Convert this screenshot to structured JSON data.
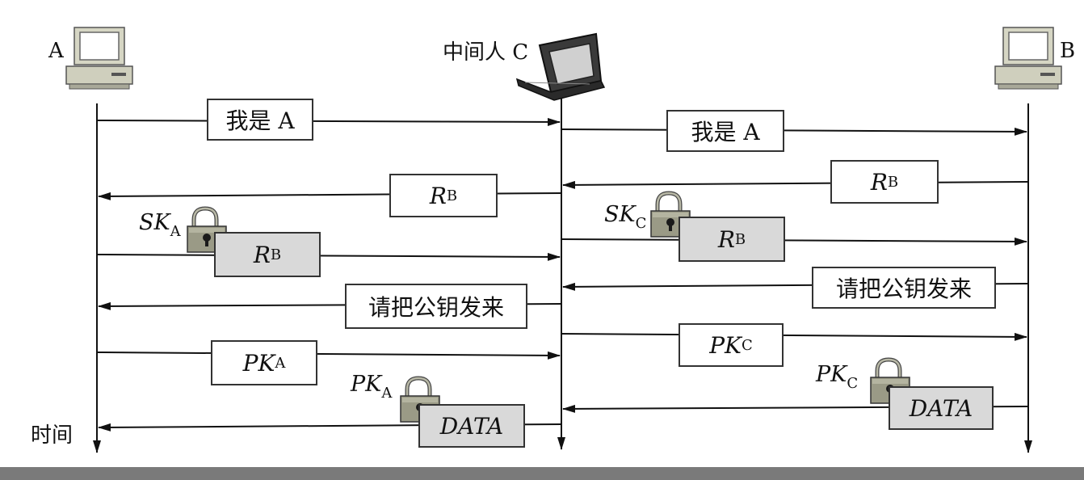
{
  "nodes": {
    "a": {
      "label": "A"
    },
    "c": {
      "label": "中间人 C"
    },
    "b": {
      "label": "B"
    }
  },
  "time_label": "时间",
  "messages": [
    {
      "text": "我是 A"
    },
    {
      "text": "我是 A"
    },
    {
      "main": "R",
      "sub": "B"
    },
    {
      "main": "R",
      "sub": "B"
    },
    {
      "main": "R",
      "sub": "B"
    },
    {
      "main": "R",
      "sub": "B"
    },
    {
      "text": "请把公钥发来"
    },
    {
      "text": "请把公钥发来"
    },
    {
      "main": "PK",
      "sub": "C"
    },
    {
      "main": "PK",
      "sub": "A"
    },
    {
      "text": "DATA"
    },
    {
      "text": "DATA"
    }
  ],
  "keys": [
    {
      "main": "SK",
      "sub": "A"
    },
    {
      "main": "SK",
      "sub": "C"
    },
    {
      "main": "PK",
      "sub": "A"
    },
    {
      "main": "PK",
      "sub": "C"
    }
  ],
  "icons": [
    "desktop-computer-icon",
    "laptop-computer-icon",
    "padlock-icon"
  ],
  "colors": {
    "encrypted_box": "#d9d9d9",
    "lock_body": "#9a9a86",
    "bottom_bar": "#7a7a7a"
  }
}
